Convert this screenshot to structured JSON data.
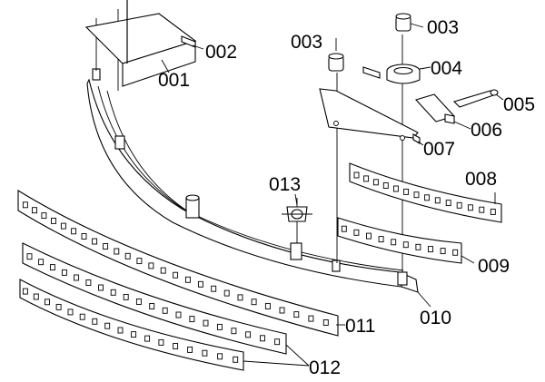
{
  "diagram": {
    "callouts": [
      "001",
      "002",
      "003",
      "003",
      "004",
      "005",
      "006",
      "007",
      "008",
      "009",
      "010",
      "011",
      "012",
      "013"
    ]
  }
}
